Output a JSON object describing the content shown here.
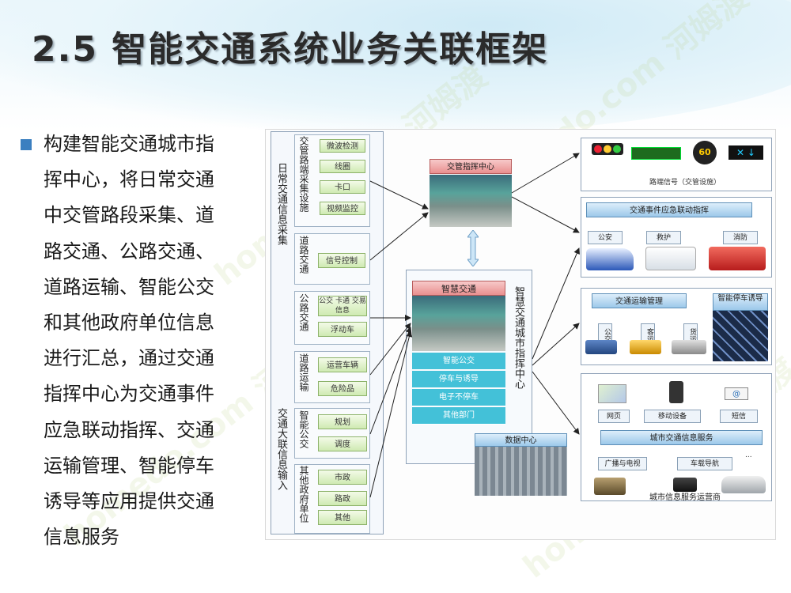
{
  "slide": {
    "title": "2.5  智能交通系统业务关联框架",
    "bullet_lines": [
      "构建智能交通城市指",
      "挥中心，将日常交通",
      "中交管路段采集、道",
      "路交通、公路交通、",
      "道路运输、智能公交",
      "和其他政府单位信息",
      "进行汇总，通过交通",
      "指挥中心为交通事件",
      "应急联动指挥、交通",
      "运输管理、智能停车",
      "诱导等应用提供交通",
      "信息服务"
    ],
    "watermark": "homedo.com 河姆渡"
  },
  "diagram": {
    "left_top_label": "日常交通信息采集",
    "left_bottom_label": "交通大联信息输入",
    "groups": [
      {
        "label": "交管路端采集设施",
        "items": [
          "微波检测",
          "线圈",
          "卡口",
          "视频监控"
        ]
      },
      {
        "label": "道路交通",
        "items": [
          "信号控制"
        ]
      },
      {
        "label": "公路交通",
        "items": [
          "公交 卡通 交易信息",
          "浮动车"
        ]
      },
      {
        "label": "道路运输",
        "items": [
          "运营车辆",
          "危险品"
        ]
      },
      {
        "label": "智能公交",
        "items": [
          "规划",
          "调度"
        ]
      },
      {
        "label": "其他政府单位",
        "items": [
          "市政",
          "路政",
          "其他"
        ]
      }
    ],
    "traffic_center": "交管指挥中心",
    "smart_traffic": {
      "header": "智慧交通",
      "vertical_label": "智慧交通城市指挥中心",
      "buttons": [
        "智能公交",
        "停车与诱导",
        "电子不停车",
        "其他部门"
      ]
    },
    "data_center": "数据中心",
    "right_panels": {
      "signals_caption": "路端信号（交管设施）",
      "signal_speed": "60",
      "emergency": {
        "title": "交通事件应急联动指挥",
        "items": [
          "公安",
          "救护",
          "消防"
        ]
      },
      "transport": {
        "title": "交通运输管理",
        "items": [
          "公交",
          "客运",
          "货运"
        ]
      },
      "parking": "智能停车诱导",
      "info": {
        "items": [
          "网页",
          "移动设备",
          "短信"
        ],
        "service": "城市交通信息服务",
        "channels": [
          "广播与电视",
          "车载导航"
        ],
        "ellipsis": "...",
        "caption": "城市信息服务运营商"
      }
    },
    "colors": {
      "accent_blue": "#3b7fc0",
      "green_button": "#cfeab2",
      "cyan_button": "#43c1d8",
      "red_header": "#e98f8f"
    }
  }
}
